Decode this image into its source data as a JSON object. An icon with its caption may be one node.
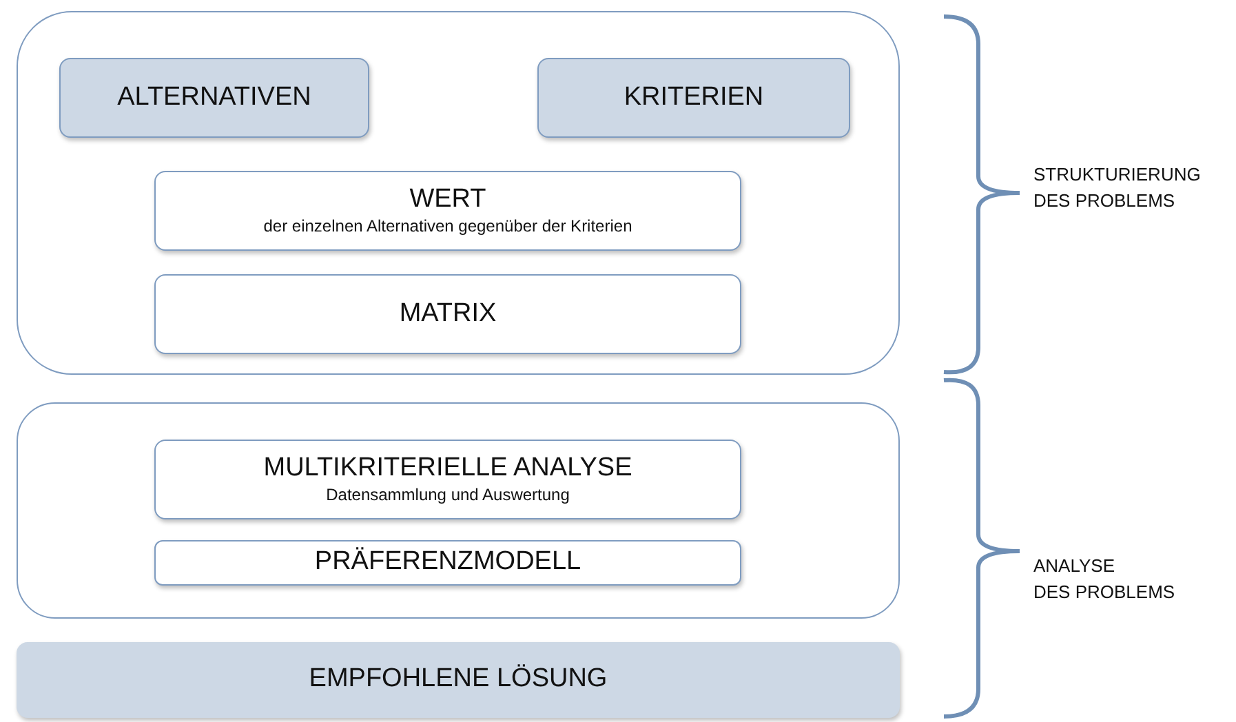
{
  "diagram": {
    "nodes": [
      {
        "text": [],
        "shape": "box"
      },
      {
        "text": [
          "ALTERNATIVEN"
        ],
        "in": 0
      },
      {
        "text": [
          "KRITERIEN"
        ],
        "in": 0
      },
      {
        "text": [
          "WERT",
          "der einzelnen Alternativen gegenüber der Kriterien"
        ],
        "in": 0
      },
      {
        "text": [
          "MATRIX"
        ],
        "in": 0
      },
      {
        "text": [],
        "shape": "box"
      },
      {
        "text": [
          "MULTIKRITERIELLE ANALYSE",
          "Datensammlung und Auswertung"
        ],
        "in": 5
      },
      {
        "text": [
          "PRÄFERENZMODELL"
        ],
        "in": 5
      },
      {
        "text": [
          "EMPFOHLENE LÖSUNG"
        ]
      }
    ],
    "edges": [],
    "labels": [
      "STRUKTURIERUNG DES PROBLEMS",
      "ANALYSE DES PROBLEMS"
    ]
  }
}
